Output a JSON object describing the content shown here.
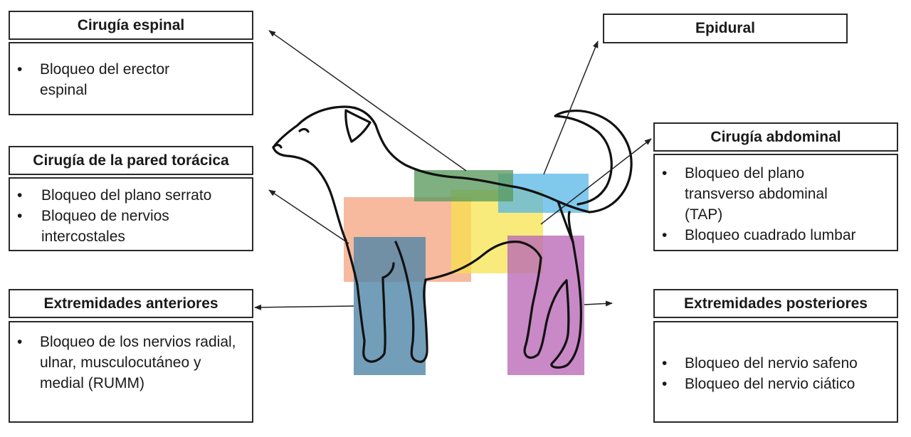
{
  "panels": {
    "spinal": {
      "title": "Cirugía espinal",
      "items": [
        "Bloqueo del erector espinal"
      ]
    },
    "epidural": {
      "title": "Epidural"
    },
    "thoracic": {
      "title": "Cirugía de la pared torácica",
      "items": [
        "Bloqueo del plano serrato",
        "Bloqueo de nervios intercostales"
      ]
    },
    "abdominal": {
      "title": "Cirugía abdominal",
      "items": [
        "Bloqueo del plano transverso abdominal (TAP)",
        "Bloqueo cuadrado lumbar"
      ]
    },
    "forelimbs": {
      "title": "Extremidades anteriores",
      "items": [
        "Bloqueo de los nervios radial, ulnar, musculocutáneo y medial (RUMM)"
      ]
    },
    "hindlimbs": {
      "title": "Extremidades posteriores",
      "items": [
        "Bloqueo del nervio safeno",
        "Bloqueo del nervio ciático"
      ]
    }
  },
  "region_colors": {
    "spinal": "#5a9a5e",
    "epidural": "#4fb4e6",
    "thoracic": "#f4a07a",
    "abdominal": "#f6e24a",
    "forelimbs": "#4f86a8",
    "hindlimbs": "#b968b6"
  }
}
